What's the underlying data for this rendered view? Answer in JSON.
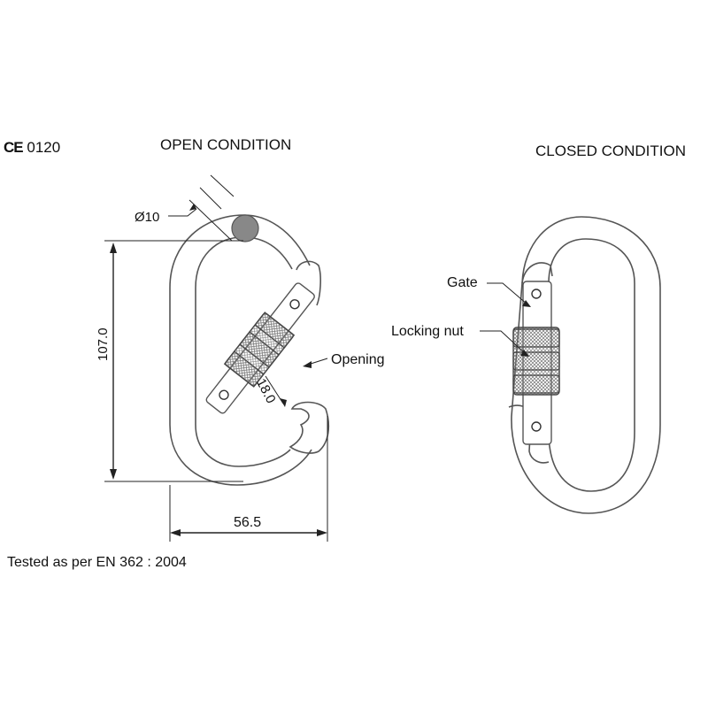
{
  "header": {
    "ce_symbol": "CE",
    "ce_number": "0120",
    "open_title": "OPEN CONDITION",
    "closed_title": "CLOSED CONDITION"
  },
  "dimensions": {
    "diameter": "Ø10",
    "height": "107.0",
    "width": "56.5",
    "opening": "18.0"
  },
  "callouts": {
    "opening": "Opening",
    "gate": "Gate",
    "locking_nut": "Locking nut"
  },
  "footer": {
    "standard": "Tested as per EN 362 : 2004"
  }
}
